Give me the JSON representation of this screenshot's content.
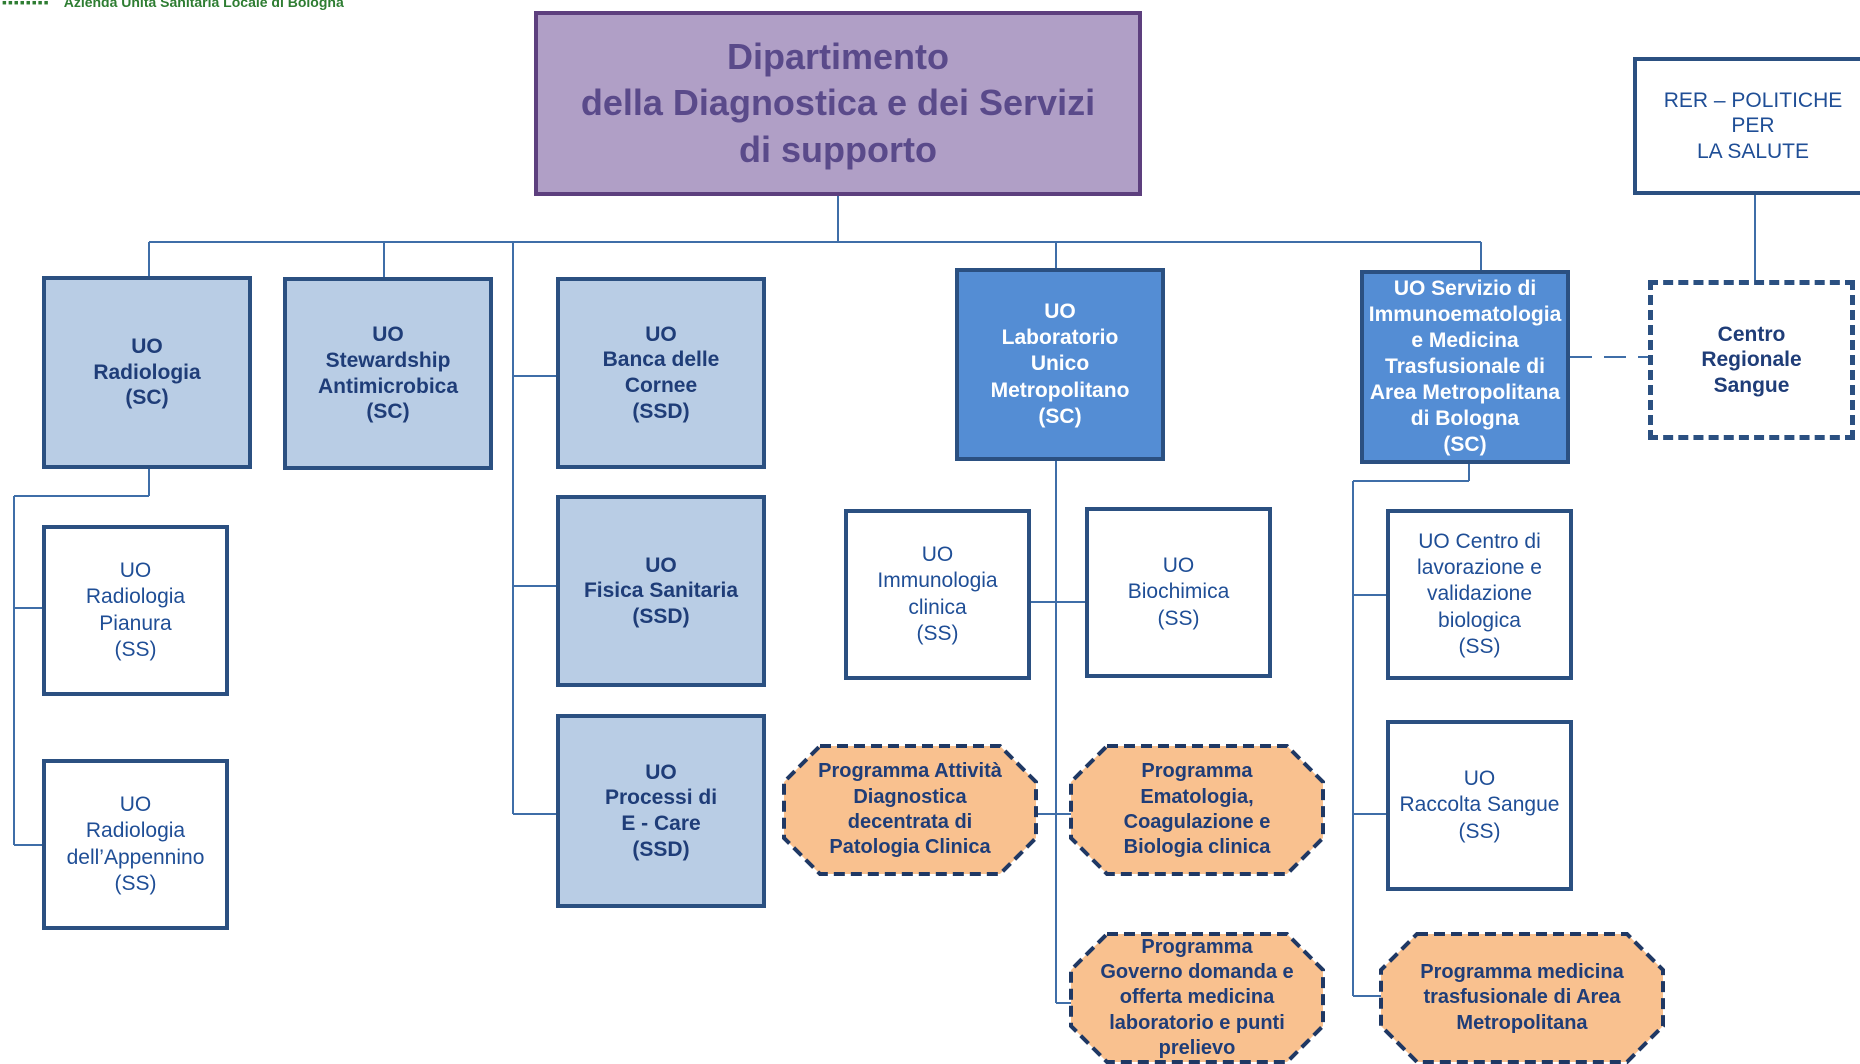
{
  "header": {
    "logo_text": "Azienda Unità Sanitaria Locale di Bologna"
  },
  "department": {
    "title": "Dipartimento\ndella Diagnostica e dei Servizi\ndi supporto"
  },
  "rer": {
    "label": "RER – POLITICHE\nPER\nLA SALUTE"
  },
  "crs": {
    "label": "Centro\nRegionale\nSangue"
  },
  "units": {
    "radiologia": "UO\nRadiologia\n(SC)",
    "stewardship": "UO\nStewardship\nAntimicrobica\n(SC)",
    "banca_cornee": "UO\nBanca delle\nCornee\n(SSD)",
    "fisica_sanitaria": "UO\nFisica Sanitaria\n(SSD)",
    "processi_ecare": "UO\nProcessi di\nE - Care\n(SSD)",
    "laboratorio": "UO\nLaboratorio\nUnico\nMetropolitano\n(SC)",
    "immunoematologia": "UO Servizio di\nImmunoematologia\ne Medicina\nTrasfusionale di\nArea Metropolitana\ndi Bologna\n(SC)"
  },
  "subunits": {
    "radiologia_pianura": "UO\nRadiologia\nPianura\n(SS)",
    "radiologia_appennino": "UO\nRadiologia\ndell’Appennino\n(SS)",
    "immunologia_clinica": "UO\nImmunologia\nclinica\n(SS)",
    "biochimica": "UO\nBiochimica\n(SS)",
    "centro_lavorazione": "UO  Centro di\nlavorazione e\nvalidazione\nbiologica\n(SS)",
    "raccolta_sangue": "UO\nRaccolta Sangue\n(SS)"
  },
  "programs": {
    "attivita_diagnostica": "Programma Attività\nDiagnostica\ndecentrata di\nPatologia Clinica",
    "ematologia": "Programma\nEmatologia,\nCoagulazione e\nBiologia clinica",
    "governo_domanda": "Programma\nGoverno domanda e\nofferta medicina\nlaboratorio e punti\nprelievo",
    "medicina_trasfusionale": "Programma  medicina\ntrasfusionale di Area\nMetropolitana"
  },
  "colors": {
    "department_fill": "#b09fc6",
    "light_unit_fill": "#b9cde5",
    "dark_unit_fill": "#548dd4",
    "program_fill": "#f9c18f",
    "line": "#2b5081"
  },
  "icons": {
    "logo": "usl-bologna-logo-mark"
  }
}
